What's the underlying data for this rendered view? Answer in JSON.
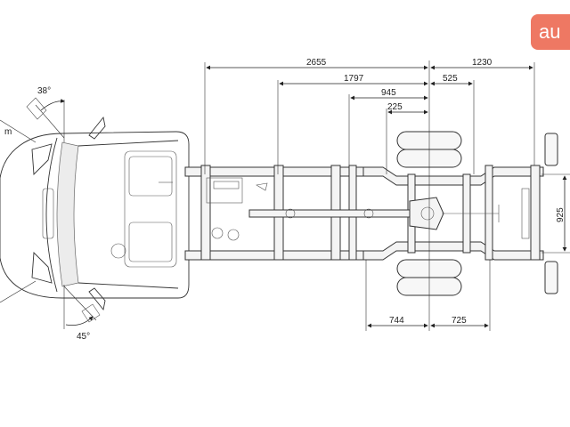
{
  "badge": {
    "text": "au"
  },
  "dimensions": {
    "d2655": "2655",
    "d1230": "1230",
    "d1797": "1797",
    "d945": "945",
    "d525": "525",
    "d225": "225",
    "d925": "925",
    "d744": "744",
    "d725": "725",
    "angle_top": "38°",
    "angle_bottom": "45°",
    "partial_m": "m"
  },
  "colors": {
    "badge": "#ee7863",
    "lines": "#333333"
  }
}
